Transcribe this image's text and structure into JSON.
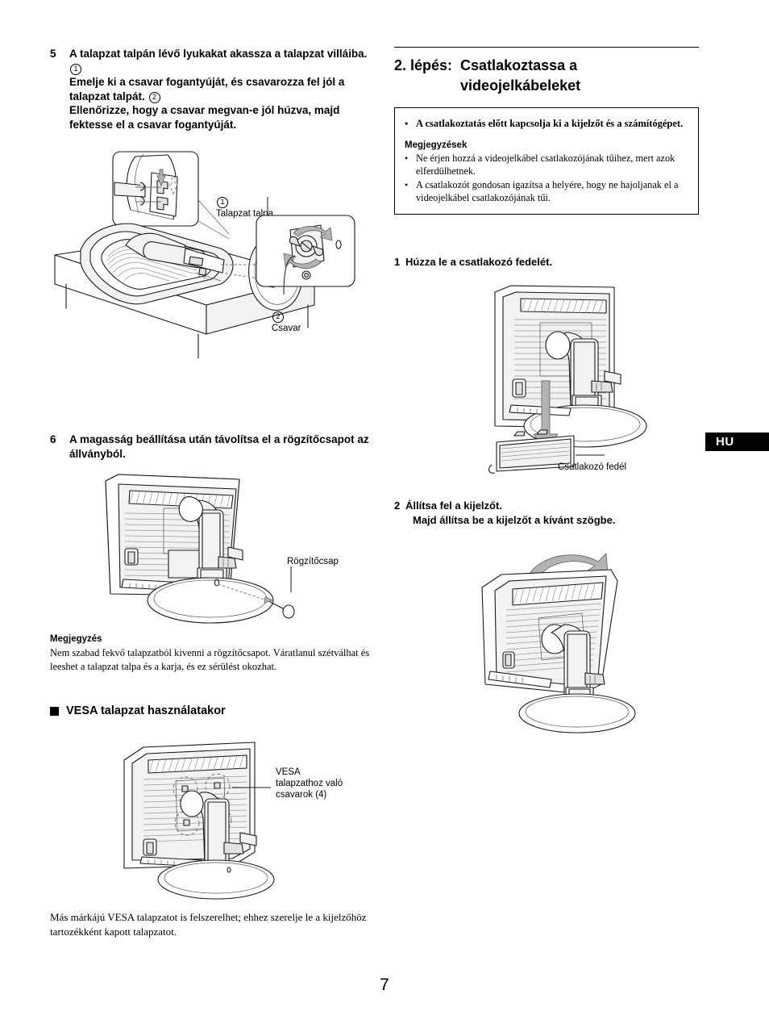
{
  "page": {
    "number": "7",
    "language_tab": "HU"
  },
  "left_column": {
    "step5": {
      "number": "5",
      "lines": [
        "A talapzat talpán lévő lyukakat akassza a talapzat villáiba.",
        "Emelje ki a csavar fogantyúját, és csavarozza fel jól a talapzat talpát.",
        "Ellenőrizze, hogy a csavar megvan-e jól húzva, majd fektesse el a csavar fogantyúját."
      ],
      "marker1": "1",
      "marker2": "2"
    },
    "figure_step5": {
      "callout1_num": "1",
      "callout1_label": "Talapzat talpa",
      "callout2_num": "2",
      "callout2_label": "Csavar"
    },
    "step6": {
      "number": "6",
      "text": "A magasság beállítása után távolítsa el a rögzítőcsapot az állványból."
    },
    "figure_step6": {
      "callout_label": "Rögzítőcsap"
    },
    "note": {
      "heading": "Megjegyzés",
      "body": "Nem szabad fekvő talapzatból kivenni a rögzítőcsapot. Váratlanul szétválhat és leeshet a talapzat talpa és a karja, és ez sérülést okozhat."
    },
    "vesa_section": {
      "heading": "VESA talapzat használatakor",
      "figure_callout": "VESA\ntalapzathoz való\ncsavarok (4)",
      "body": "Más márkájú VESA talapzatot is felszerelhet; ehhez szerelje le a kijelzőhöz tartozékként kapott talapzatot."
    }
  },
  "right_column": {
    "step_title": {
      "label": "2. lépés:",
      "text": "Csatlakoztassa a videojelkábeleket"
    },
    "warning_box": {
      "bullet_bold": "A csatlakoztatás előtt kapcsolja ki a kijelzőt és a számítógépet.",
      "notes_heading": "Megjegyzések",
      "notes": [
        "Ne érjen hozzá a videojelkábel csatlakozójának tűihez, mert azok elferdülhetnek.",
        "A csatlakozót gondosan igazítsa a helyére, hogy ne hajoljanak el a videojelkábel csatlakozójának tűi."
      ]
    },
    "substep1": {
      "number": "1",
      "text": "Húzza le a csatlakozó fedelét."
    },
    "figure_substep1": {
      "callout_label": "Csatlakozó fedél"
    },
    "substep2": {
      "number": "2",
      "line1": "Állítsa fel a kijelzőt.",
      "line2": "Majd állítsa be a kijelzőt a kívánt szögbe."
    }
  }
}
